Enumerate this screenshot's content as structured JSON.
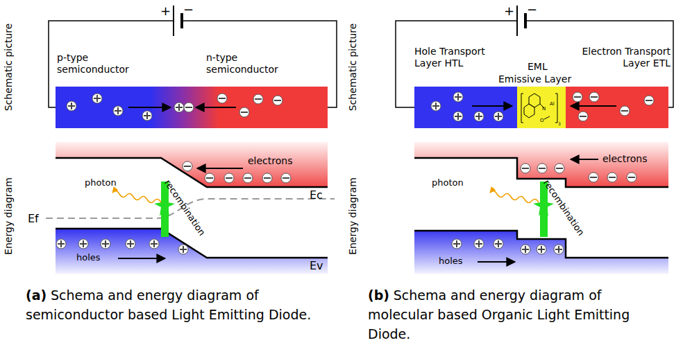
{
  "diagram": {
    "labels": [
      "Schematic picture",
      "+",
      "−",
      "p-type semiconductor",
      "n-type semiconductor",
      "Energy diagram",
      "electrons",
      "photon",
      "recombination",
      "Ef",
      "Ec",
      "Ev",
      "holes",
      "(a)",
      "Schema and energy diagram of semiconductor based Light Emitting Diode.",
      "Schematic picture",
      "+",
      "−",
      "Hole Transport Layer HTL",
      "EML",
      "Emissive Layer",
      "Electron Transport Layer ETL",
      "N",
      "Al",
      "O",
      "3",
      "Energy diagram",
      "electrons",
      "photon",
      "recombination",
      "holes",
      "(b)",
      "Schema and energy diagram of molecular based Organic Light Emitting Diode."
    ]
  }
}
